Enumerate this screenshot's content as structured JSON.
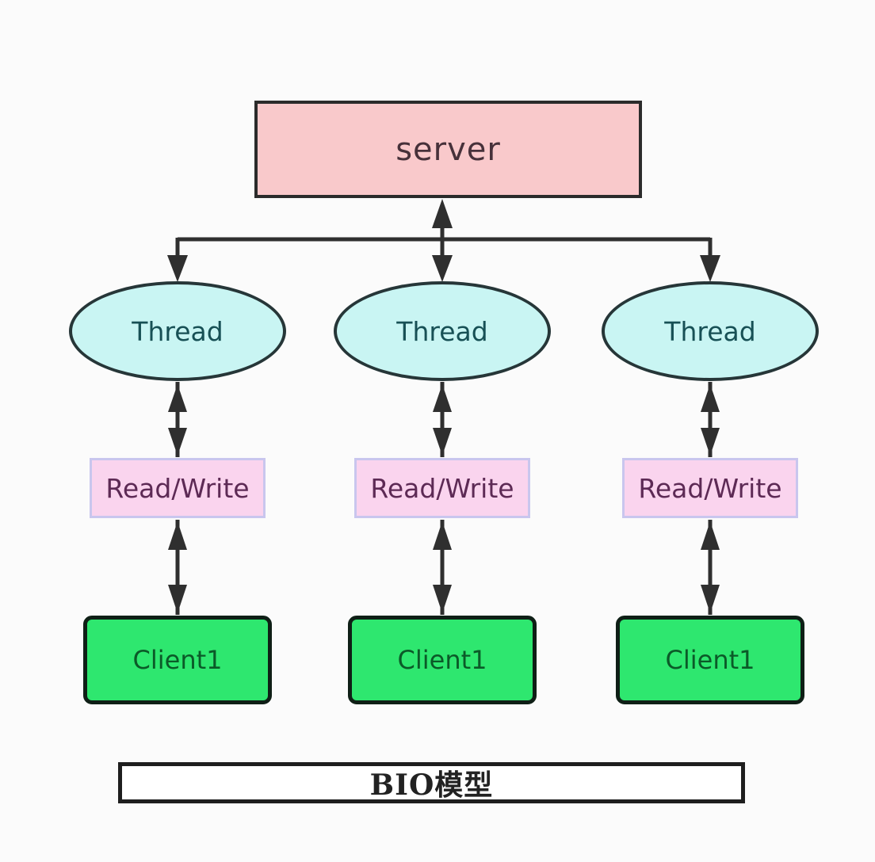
{
  "diagram": {
    "title": "BIO模型",
    "server": {
      "label": "server"
    },
    "columns": [
      {
        "thread": "Thread",
        "read_write": "Read/Write",
        "client": "Client1"
      },
      {
        "thread": "Thread",
        "read_write": "Read/Write",
        "client": "Client1"
      },
      {
        "thread": "Thread",
        "read_write": "Read/Write",
        "client": "Client1"
      }
    ],
    "icons": {
      "up_arrowhead": "up-arrowhead-icon",
      "down_arrowhead": "down-arrowhead-icon"
    },
    "colors": {
      "background": "#fbfbfb",
      "arrow": "#2f2f2f",
      "server_fill": "#f9c9cb",
      "server_border": "#2b2b2b",
      "server_text": "#47313a",
      "thread_fill": "#c9f5f3",
      "thread_border": "#263638",
      "thread_text": "#175055",
      "read_write_fill": "#fad4ee",
      "read_write_border": "#c9c6ee",
      "read_write_text": "#5d2a55",
      "client_fill": "#2ee76f",
      "client_border": "#0f1f16",
      "client_text": "#0b5a28",
      "title_box_fill": "#ffffff",
      "title_box_border": "#1e1e1e",
      "title_text": "#222222"
    }
  }
}
